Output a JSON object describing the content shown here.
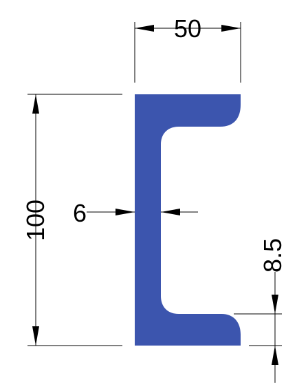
{
  "dimensions": {
    "flange_width": "50",
    "height": "100",
    "web_thickness": "6",
    "flange_thickness": "8.5"
  },
  "colors": {
    "profile_fill": "#3C55AE",
    "lines": "#000000",
    "background": "#FFFFFF"
  },
  "icons": {
    "arrowheads": "filled-triangle"
  }
}
